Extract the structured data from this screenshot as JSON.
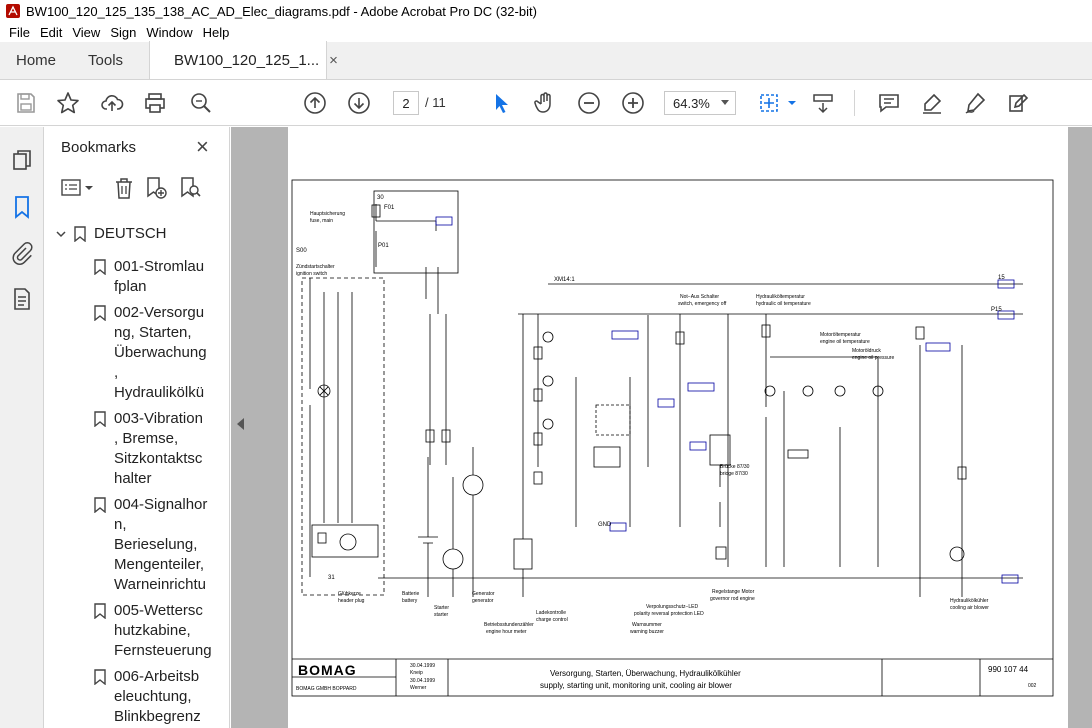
{
  "window": {
    "title": "BW100_120_125_135_138_AC_AD_Elec_diagrams.pdf - Adobe Acrobat Pro DC (32-bit)"
  },
  "menu": [
    "File",
    "Edit",
    "View",
    "Sign",
    "Window",
    "Help"
  ],
  "tabs": {
    "home": "Home",
    "tools": "Tools",
    "document": "BW100_120_125_1...",
    "close": "×"
  },
  "toolbar": {
    "current_page": "2",
    "total_pages": "/ 11",
    "zoom": "64.3%",
    "icons": [
      "save-icon",
      "star-icon",
      "upload-icon",
      "print-icon",
      "zoom-search-icon",
      "page-up-icon",
      "page-down-icon",
      "select-arrow-icon",
      "hand-icon",
      "zoom-out-icon",
      "zoom-in-icon",
      "fit-page-icon",
      "scroll-mode-icon",
      "comment-icon",
      "highlight-icon",
      "sign-icon",
      "edit-icon"
    ]
  },
  "bookmarks": {
    "header": "Bookmarks",
    "close": "×",
    "root": "DEUTSCH",
    "items": [
      {
        "lines": [
          "001-Stromlau",
          "fplan"
        ]
      },
      {
        "lines": [
          "002-Versorgu",
          "ng, Starten,",
          "Überwachung",
          ",",
          "Hydraulikölkü"
        ]
      },
      {
        "lines": [
          "003-Vibration",
          ", Bremse,",
          "Sitzkontaktsc",
          "halter"
        ]
      },
      {
        "lines": [
          "004-Signalhor",
          "n,",
          "Berieselung,",
          "Mengenteiler,",
          "Warneinrichtu"
        ]
      },
      {
        "lines": [
          "005-Wettersc",
          "hutzkabine,",
          "Fernsteuerung"
        ]
      },
      {
        "lines": [
          "006-Arbeitsb",
          "eleuchtung,",
          "Blinkbegrenz"
        ]
      }
    ]
  },
  "schematic": {
    "labels": {
      "main_fuse": "Hauptsicherung",
      "main_fuse_en": "fuse, main",
      "ignition": "Zündstartschalter",
      "ignition_en": "ignition switch",
      "f01": "F01",
      "s00": "S00",
      "p01": "P01",
      "xm14": "XM14:1",
      "emergency": "Not−Aus Schalter",
      "emergency_en": "switch, emergency off",
      "hyd_temp": "Hydrauliköltemperatur",
      "hyd_temp_en": "hydraulic oil temperature",
      "motor_temp": "Motoröltemperatur",
      "motor_temp_en": "engine oil temperature",
      "motor_press": "Motoröldruck",
      "motor_press_en": "engine oil pressure",
      "bridge": "Brücke 87/30",
      "bridge_en": "bridge 87/30",
      "gnd": "GND",
      "p15": "P15",
      "n15": "15",
      "n30": "30",
      "n31": "31",
      "glow": "Glühkerze",
      "glow_en": "header plug",
      "battery": "Batterie",
      "battery_en": "battery",
      "starter": "Starter",
      "starter_en": "starter",
      "generator": "Generator",
      "generator_en": "generator",
      "hour": "Betriebsstundenzähler",
      "hour_en": "engine hour meter",
      "charge": "Ladekontrolle",
      "charge_en": "charge control",
      "polarity": "Verpolungsschutz−LED",
      "polarity_en": "polarity reversal protection LED",
      "buzzer": "Warnsummer",
      "buzzer_en": "warning buzzer",
      "governor": "Regelstange Motor",
      "governor_en": "governor rod engine",
      "cooling": "Hydraulikölkühler",
      "cooling_en": "cooling air blower"
    },
    "title_block": {
      "logo": "BOMAG",
      "company": "BOMAG GMBH BOPPARD",
      "title_de": "Versorgung, Starten, Überwachung, Hydraulikölkühler",
      "title_en": "supply, starting unit, monitoring unit, cooling air blower",
      "drawing_no": "990 107 44",
      "sheet": "002",
      "date1": "30.04.1999",
      "name1": "Kneip",
      "date2": "30.04.1999",
      "name2": "Werner"
    }
  }
}
